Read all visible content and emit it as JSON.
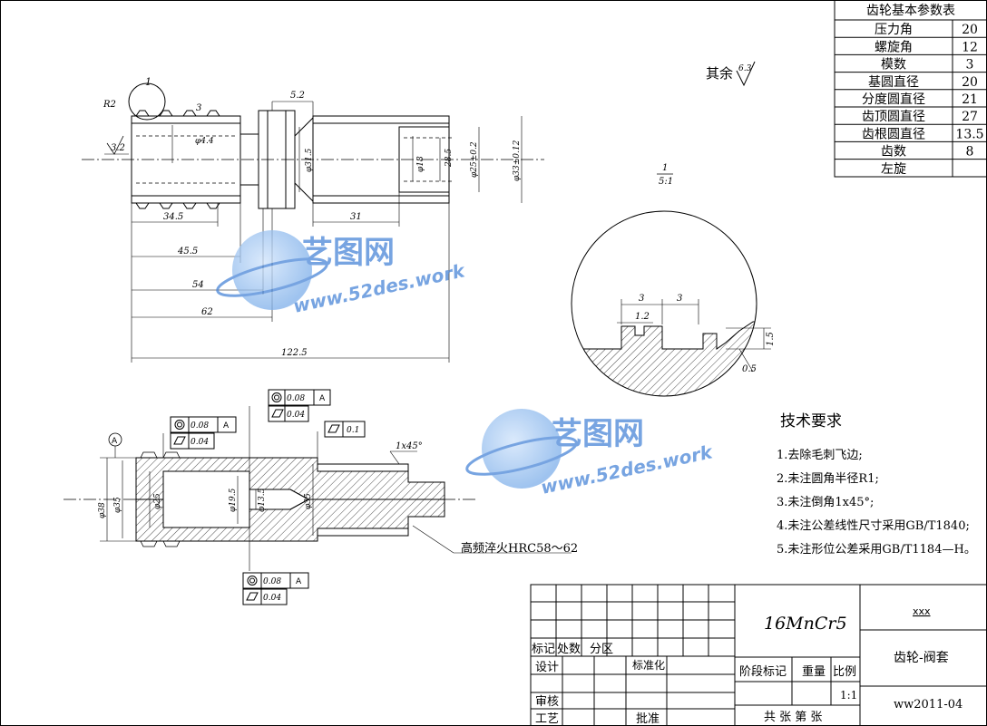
{
  "params_table": {
    "title": "齿轮基本参数表",
    "rows": [
      {
        "label": "压力角",
        "value": "20"
      },
      {
        "label": "螺旋角",
        "value": "12"
      },
      {
        "label": "模数",
        "value": "3"
      },
      {
        "label": "基圆直径",
        "value": "20"
      },
      {
        "label": "分度圆直径",
        "value": "21"
      },
      {
        "label": "齿顶圆直径",
        "value": "27"
      },
      {
        "label": "齿根圆直径",
        "value": "13.5"
      },
      {
        "label": "齿数",
        "value": "8"
      },
      {
        "label": "左旋",
        "value": ""
      }
    ]
  },
  "roughness_note": "其余",
  "roughness_symbol_value": "6.3",
  "top_view": {
    "callout": "1",
    "r2": "R2",
    "rough": "3.2",
    "d3": "3",
    "d52": "5.2",
    "phi44": "φ4.4",
    "phi315": "φ31.5",
    "phi18": "φ18",
    "d285": "28.5",
    "phi25": "φ25±0.2",
    "phi33": "φ33±0.12",
    "d31": "31",
    "d345": "34.5",
    "d455": "45.5",
    "d54": "54",
    "d62": "62",
    "d1225": "122.5"
  },
  "detail": {
    "scale_num": "1",
    "scale_den": "5:1",
    "d3a": "3",
    "d3b": "3",
    "d12": "1.2",
    "d15": "1.5",
    "d05": "0.5"
  },
  "section": {
    "datum": "A",
    "chamfer": "1x45°",
    "hardening": "高频淬火HRC58～62",
    "phi38": "φ38",
    "phi35a": "φ35",
    "phi25": "φ25",
    "phi195": "φ19.5",
    "phi135": "φ13.5",
    "phi35b": "φ35",
    "fcf1": {
      "v": "0.08",
      "d": "A",
      "v2": "0.04"
    },
    "fcf2": {
      "v": "0.08",
      "d": "A",
      "v2": "0.04"
    },
    "fcf3": {
      "v": "0.1"
    },
    "fcf4": {
      "v": "0.08",
      "d": "A",
      "v2": "0.04"
    }
  },
  "tech": {
    "title": "技术要求",
    "items": [
      "1.去除毛刺飞边;",
      "2.未注圆角半径R1;",
      "3.未注倒角1x45°;",
      "4.未注公差线性尺寸采用GB/T1840;",
      "5.未注形位公差采用GB/T1184—H。"
    ]
  },
  "title_block": {
    "material": "16MnCr5",
    "company": "xxx",
    "part_name": "齿轮-阀套",
    "drawing_no": "ww2011-04",
    "labels": {
      "mark": "标记",
      "count": "处数",
      "zone": "分区",
      "design": "设计",
      "standard": "标准化",
      "check": "审核",
      "process": "工艺",
      "approve": "批准",
      "stage": "阶段标记",
      "weight": "重量",
      "scale": "比例",
      "scale_value": "1:1",
      "sheets": "共 张 第 张"
    }
  },
  "watermark": {
    "cn": "艺图网",
    "url": "www.52des.work"
  },
  "colors": {
    "line": "#000000",
    "watermark_blue": "#4a86d8"
  }
}
